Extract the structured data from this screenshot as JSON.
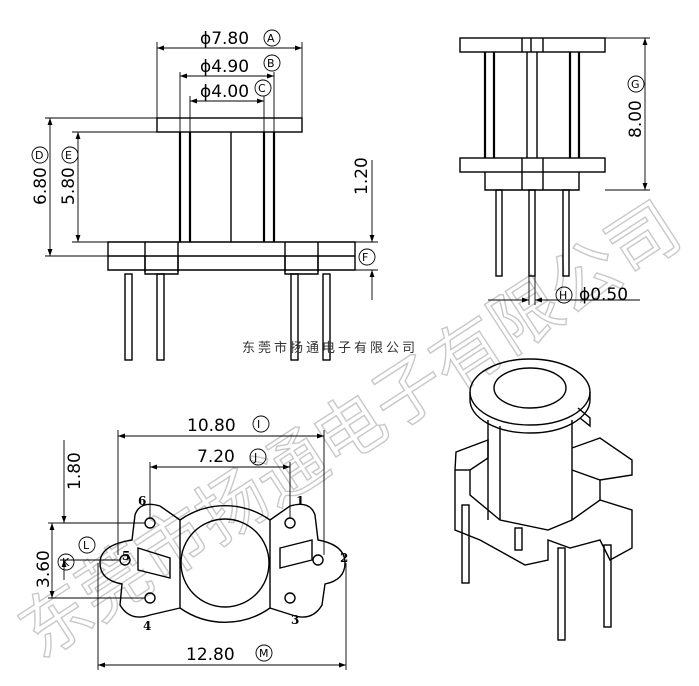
{
  "watermark": "东莞市扬通电子有限公司",
  "company_caption": "东莞市扬通电子有限公司",
  "dims": {
    "A": {
      "value": "ϕ7.80",
      "tag": "A"
    },
    "B": {
      "value": "ϕ4.90",
      "tag": "B"
    },
    "C": {
      "value": "ϕ4.00",
      "tag": "C"
    },
    "D": {
      "value": "6.80",
      "tag": "D"
    },
    "E": {
      "value": "5.80",
      "tag": "E"
    },
    "F": {
      "value": "1.20",
      "tag": "F"
    },
    "G": {
      "value": "8.00",
      "tag": "G"
    },
    "H": {
      "value": "ϕ0.50",
      "tag": "H"
    },
    "I": {
      "value": "10.80",
      "tag": "I"
    },
    "J": {
      "value": "7.20",
      "tag": "J"
    },
    "K": {
      "value": "3.60",
      "tag": "K"
    },
    "L": {
      "value": "1.80",
      "tag": "L"
    },
    "M": {
      "value": "12.80",
      "tag": "M"
    }
  },
  "pins": [
    "1",
    "2",
    "3",
    "4",
    "5",
    "6"
  ]
}
